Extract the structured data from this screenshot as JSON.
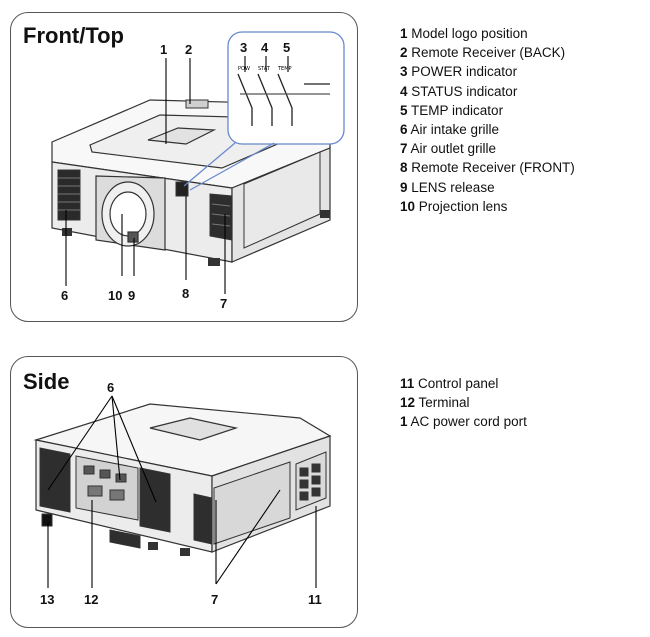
{
  "front_panel": {
    "title": "Front/Top",
    "callouts": [
      "1",
      "2",
      "3",
      "4",
      "5",
      "6",
      "10",
      "9",
      "8",
      "7"
    ],
    "indicator_tags": [
      "POW",
      "STAT",
      "TEMP"
    ]
  },
  "side_panel": {
    "title": "Side",
    "callouts": [
      "6",
      "13",
      "12",
      "7",
      "11"
    ]
  },
  "legend_front": [
    {
      "num": "1",
      "text": "Model logo position"
    },
    {
      "num": "2",
      "text": "Remote Receiver (BACK)"
    },
    {
      "num": "3",
      "text": "POWER indicator"
    },
    {
      "num": "4",
      "text": "STATUS indicator"
    },
    {
      "num": "5",
      "text": "TEMP indicator"
    },
    {
      "num": "6",
      "text": "Air intake grille"
    },
    {
      "num": "7",
      "text": "Air outlet grille"
    },
    {
      "num": "8",
      "text": "Remote Receiver (FRONT)"
    },
    {
      "num": "9",
      "text": "LENS release"
    },
    {
      "num": "10",
      "text": "Projection lens"
    }
  ],
  "legend_side": [
    {
      "num": "11",
      "text": "Control panel"
    },
    {
      "num": "12",
      "text": "Terminal"
    },
    {
      "num": "1",
      "text": "AC power cord port"
    }
  ]
}
